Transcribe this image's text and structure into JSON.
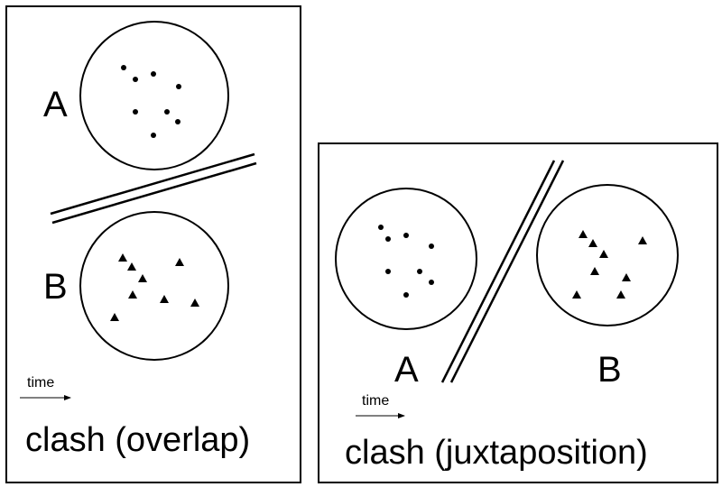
{
  "left_panel": {
    "label_a": "A",
    "label_b": "B",
    "time_label": "time",
    "caption": "clash (overlap)"
  },
  "right_panel": {
    "label_a": "A",
    "label_b": "B",
    "time_label": "time",
    "caption": "clash (juxtaposition)"
  },
  "colors": {
    "ink": "#000000",
    "background": "#ffffff"
  }
}
